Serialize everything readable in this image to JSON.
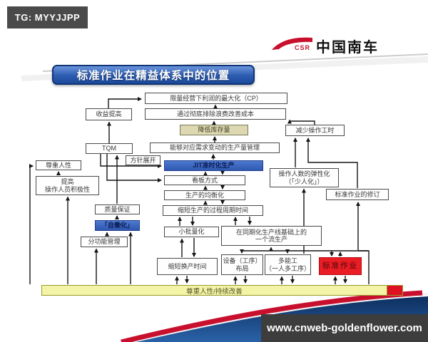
{
  "badge": {
    "text": "TG: MYYJJPP"
  },
  "logo": {
    "csr": "CSR",
    "company": "中国南车"
  },
  "title": "标准作业在精益体系中的位置",
  "watermark": "www.cnweb-goldenflower.com",
  "colors": {
    "title_blue": "#2c5cb0",
    "node_blue": "#3d6bc6",
    "node_tan": "#ddd8b2",
    "node_red": "#ea1c24",
    "banner_yellow": "#f4f4a6",
    "logo_red": "#c8102e",
    "footer_navy": "#123a6b"
  },
  "diagram": {
    "bottom_bar": "尊重人性/持续改善",
    "nodes": [
      {
        "id": "profit-max",
        "label": "限量经营下利润的最大化（CP）",
        "style": "plain"
      },
      {
        "id": "revenue-up",
        "label": "收益提高",
        "style": "plain"
      },
      {
        "id": "cost-improve",
        "label": "通过彻底排除浪费改善成本",
        "style": "plain"
      },
      {
        "id": "inventory-down",
        "label": "降低库存量",
        "style": "tan"
      },
      {
        "id": "worktime-down",
        "label": "减少操作工时",
        "style": "plain"
      },
      {
        "id": "volume-mgmt",
        "label": "能够对应需求变动的生产量管理",
        "style": "plain"
      },
      {
        "id": "tqm",
        "label": "TQM",
        "style": "plain"
      },
      {
        "id": "policy-deploy",
        "label": "方针展开",
        "style": "plain"
      },
      {
        "id": "respect-people",
        "label": "尊重人性",
        "style": "plain"
      },
      {
        "id": "jit",
        "label": "JIT准时化生产",
        "style": "blue"
      },
      {
        "id": "flex-staff",
        "label": "操作人数的弹性化\n（「少人化」）",
        "style": "plain"
      },
      {
        "id": "kanban",
        "label": "看板方式",
        "style": "plain"
      },
      {
        "id": "motivation",
        "label": "提高\n操作人员积极性",
        "style": "plain"
      },
      {
        "id": "leveling",
        "label": "生产的均衡化",
        "style": "plain"
      },
      {
        "id": "sw-revision",
        "label": "标准作业的修订",
        "style": "plain"
      },
      {
        "id": "quality-assurance",
        "label": "质量保证",
        "style": "plain"
      },
      {
        "id": "leadtime",
        "label": "缩短生产的过程周期时间",
        "style": "plain"
      },
      {
        "id": "jidoka",
        "label": "「自働化」",
        "style": "blue"
      },
      {
        "id": "small-batch",
        "label": "小批量化",
        "style": "plain"
      },
      {
        "id": "one-piece-flow",
        "label": "在同期化生产线基础上的\n一个流生产",
        "style": "plain"
      },
      {
        "id": "func-mgmt",
        "label": "分功能管理",
        "style": "plain"
      },
      {
        "id": "changeover",
        "label": "缩短换产时间",
        "style": "plain"
      },
      {
        "id": "equip-layout",
        "label": "设备（工序）\n布局",
        "style": "plain"
      },
      {
        "id": "multi-skill",
        "label": "多能工\n（一人多工序）",
        "style": "plain"
      },
      {
        "id": "std-work",
        "label": "标准作业",
        "style": "red"
      }
    ]
  }
}
